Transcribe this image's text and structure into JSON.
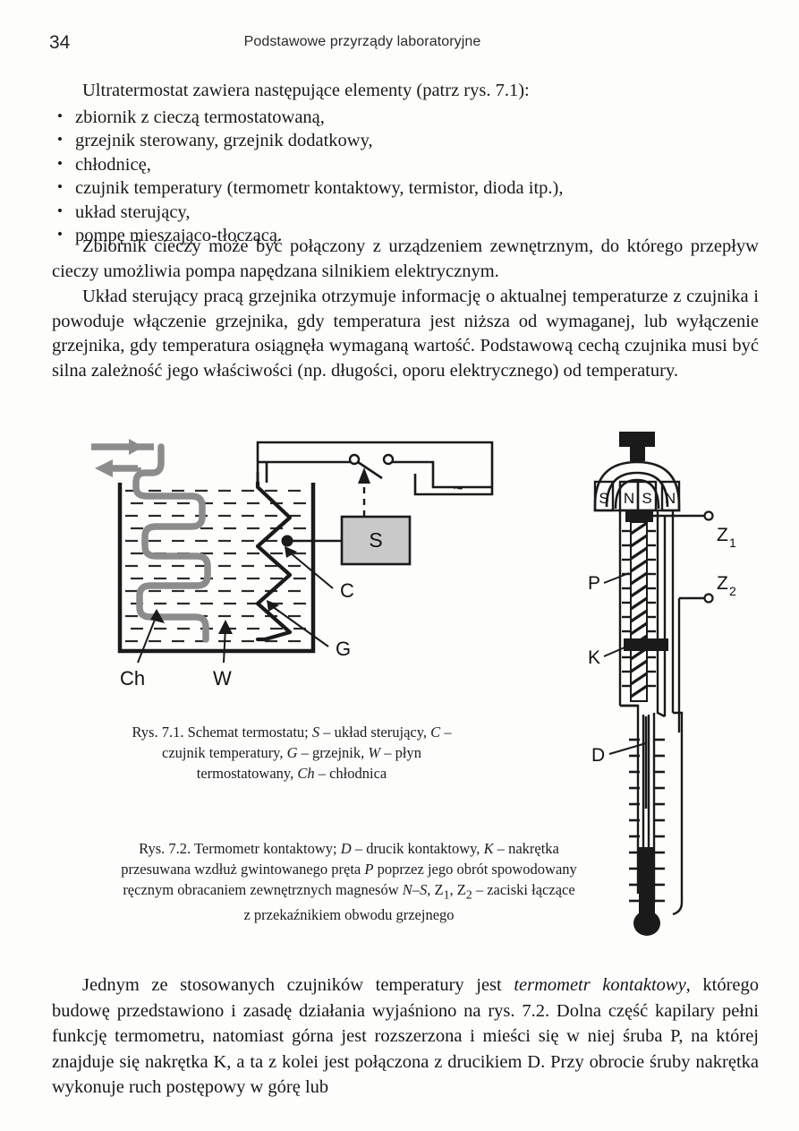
{
  "header": {
    "folio": "34",
    "running_title": "Podstawowe przyrządy laboratoryjne"
  },
  "body": {
    "lead_in": "Ultratermostat zawiera następujące elementy (patrz rys. 7.1):",
    "bullets": [
      "zbiornik z cieczą termostatowaną,",
      "grzejnik sterowany, grzejnik dodatkowy,",
      "chłodnicę,",
      "czujnik temperatury (termometr kontaktowy,  termistor, dioda itp.),",
      "układ sterujący,",
      "pompę mieszająco-tłoczącą."
    ],
    "paragraph_1": "Zbiornik cieczy może być połączony z urządzeniem zewnętrznym, do którego przepływ cieczy umożliwia pompa napędzana silnikiem elektrycznym.",
    "paragraph_2": "Układ sterujący pracą grzejnika otrzymuje informację o aktualnej temperaturze z czujnika i powoduje włączenie grzejnika, gdy temperatura jest niższa od wymaganej, lub wyłączenie grzejnika, gdy temperatura osiągnęła wymaganą wartość. Podstawową cechą czujnika musi być silna zależność jego właściwości (np. długości, oporu elektrycznego) od temperatury.",
    "paragraph_3_part1": "Jednym ze stosowanych czujników temperatury jest ",
    "paragraph_3_italic": "termometr kontaktowy",
    "paragraph_3_part2": ", którego budowę przedstawiono i zasadę działania wyjaśniono na rys. 7.2. Dolna część kapilary pełni funkcję termometru, natomiast górna jest rozszerzona i mieści się w niej śruba P, na której znajduje się nakrętka K, a ta z kolei jest połączona z drucikiem D. Przy obrocie śruby nakrętka wykonuje ruch postępowy w górę lub"
  },
  "figure_71": {
    "caption_line_1_a": "Rys. 7.1. Schemat termostatu; ",
    "caption_sym_S": "S",
    "caption_line_1_b": " – układ sterujący, ",
    "caption_sym_C": "C",
    "caption_line_1_c": " –",
    "caption_line_2_a": "czujnik temperatury, ",
    "caption_sym_G": "G",
    "caption_line_2_b": " – grzejnik, ",
    "caption_sym_W": "W",
    "caption_line_2_c": " – płyn",
    "caption_line_3_a": "termostatowany, ",
    "caption_sym_Ch": "Ch",
    "caption_line_3_b": " – chłodnica",
    "labels": {
      "control_unit": "S",
      "sensor": "C",
      "heater": "G",
      "coolant": "Ch",
      "fluid": "W",
      "ac_source": "~"
    }
  },
  "figure_72": {
    "caption_line_1_a": "Rys. 7.2. Termometr kontaktowy; ",
    "caption_sym_D": "D",
    "caption_line_1_b": " – drucik kontaktowy,  ",
    "caption_sym_K": "K",
    "caption_line_1_c": " – nakrętka",
    "caption_line_2_a": "przesuwana wzdłuż gwintowanego pręta ",
    "caption_sym_P": "P",
    "caption_line_2_b": " poprzez jego obrót spowodowany",
    "caption_line_3_a": "ręcznym obracaniem  zewnętrznych magnesów ",
    "caption_sym_NS": "N–S",
    "caption_line_3_b": ", Z",
    "caption_sub_1": "1",
    "caption_line_3_c": ", Z",
    "caption_sub_2": "2",
    "caption_line_3_d": " – zaciski łączące",
    "caption_line_4": "z przekaźnikiem obwodu grzejnego",
    "labels": {
      "magnet_1": "S",
      "magnet_2": "N",
      "magnet_3": "S",
      "magnet_4": "N",
      "rod": "P",
      "nut": "K",
      "wire": "D",
      "terminal_1": "Z",
      "terminal_1_sub": "1",
      "terminal_2": "Z",
      "terminal_2_sub": "2"
    }
  },
  "colors": {
    "ink": "#1a1a1a",
    "paper": "#fdfdfb",
    "coil_gray": "#8c8c8c",
    "box_fill": "#c9c9c9"
  }
}
